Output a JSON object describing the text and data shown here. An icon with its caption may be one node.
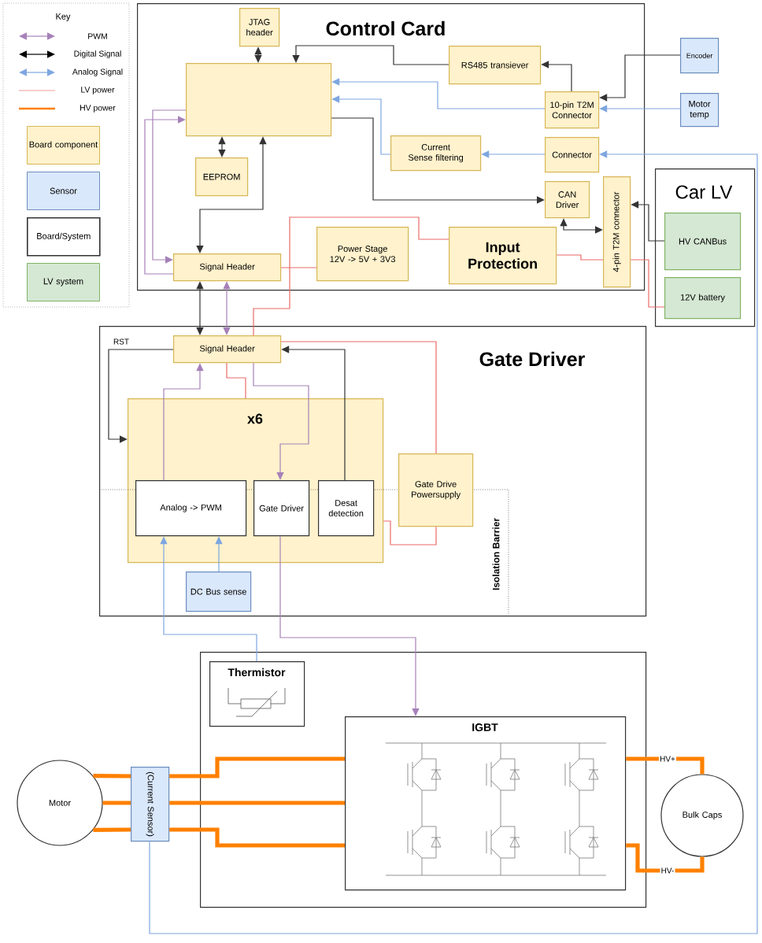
{
  "diagram": {
    "nodes": [
      {
        "text": [
          "Control Card"
        ]
      },
      {
        "text": [
          "JTAG header"
        ],
        "in": 0
      },
      {
        "text": [],
        "shape": "box",
        "in": 0
      },
      {
        "text": [
          "EEPROM"
        ],
        "in": 0
      },
      {
        "text": [
          "RS485 transiever"
        ],
        "in": 0
      },
      {
        "text": [
          "10-pin T2M Connector"
        ],
        "in": 0
      },
      {
        "text": [
          "Current Sense filtering"
        ],
        "in": 0
      },
      {
        "text": [
          "Connector"
        ],
        "in": 0
      },
      {
        "text": [
          "CAN Driver"
        ],
        "in": 0
      },
      {
        "text": [
          "Signal Header"
        ],
        "in": 0
      },
      {
        "text": [
          "Power Stage 12V -> 5V + 3V3"
        ],
        "in": 0
      },
      {
        "text": [
          "Input Protection"
        ],
        "in": 0
      },
      {
        "text": [
          "4-pin T2M connector"
        ],
        "in": 0
      },
      {
        "text": [
          "Encoder"
        ]
      },
      {
        "text": [
          "Motor temp"
        ]
      },
      {
        "text": [
          "Car LV"
        ]
      },
      {
        "text": [
          "HV CANBus"
        ],
        "in": 15
      },
      {
        "text": [
          "12V battery"
        ],
        "in": 15
      },
      {
        "text": [
          "Gate Driver"
        ]
      },
      {
        "text": [
          "Signal Header"
        ],
        "in": 18
      },
      {
        "text": [
          "x6"
        ],
        "in": 18
      },
      {
        "text": [
          "Analog -> PWM"
        ],
        "in": 20
      },
      {
        "text": [
          "Gate Driver"
        ],
        "in": 20
      },
      {
        "text": [
          "Desat detection"
        ],
        "in": 20
      },
      {
        "text": [
          "Gate Drive Powersupply"
        ],
        "in": 18
      },
      {
        "text": [
          "DC Bus sense"
        ],
        "in": 18
      },
      {
        "text": [],
        "shape": "box"
      },
      {
        "text": [
          "Thermistor"
        ],
        "in": 26
      },
      {
        "text": [
          "IGBT"
        ],
        "in": 26
      },
      {
        "text": [
          "Motor"
        ]
      },
      {
        "text": [
          "(Current Sensor)"
        ]
      },
      {
        "text": [
          "Bulk Caps"
        ]
      }
    ],
    "edges": [
      {
        "from": 1,
        "to": 2,
        "arrow": "both"
      },
      {
        "from": 4,
        "to": 2,
        "arrow": "to"
      },
      {
        "from": 5,
        "to": 4,
        "arrow": "to"
      },
      {
        "from": 13,
        "to": 5,
        "arrow": "to"
      },
      {
        "from": 14,
        "to": 5,
        "arrow": "to",
        "color": "#7ea6e0"
      },
      {
        "from": 5,
        "to": 2,
        "arrow": "to",
        "color": "#7ea6e0"
      },
      {
        "from": 6,
        "to": 2,
        "arrow": "to",
        "color": "#7ea6e0"
      },
      {
        "from": 7,
        "to": 6,
        "arrow": "to",
        "color": "#7ea6e0"
      },
      {
        "from": 30,
        "to": 7,
        "arrow": "to",
        "color": "#7ea6e0"
      },
      {
        "from": 3,
        "to": 2,
        "arrow": "both"
      },
      {
        "from": 2,
        "to": 9,
        "arrow": "to",
        "color": "#a680b8"
      },
      {
        "from": 9,
        "to": 2,
        "arrow": "to",
        "color": "#a680b8"
      },
      {
        "from": 9,
        "to": 2,
        "arrow": "both"
      },
      {
        "from": 2,
        "to": 8,
        "arrow": "to"
      },
      {
        "from": 8,
        "to": 12,
        "arrow": "both"
      },
      {
        "from": 16,
        "to": 12,
        "arrow": "to"
      },
      {
        "from": 17,
        "to": 12,
        "arrow": "none",
        "color": "#ea6b66"
      },
      {
        "from": 12,
        "to": 11,
        "arrow": "none",
        "color": "#ea6b66"
      },
      {
        "from": 11,
        "to": 19,
        "arrow": "none",
        "color": "#ea6b66"
      },
      {
        "from": 10,
        "to": 9,
        "arrow": "none",
        "color": "#ea6b66"
      },
      {
        "from": 9,
        "to": 19,
        "arrow": "both",
        "color": "#a680b8"
      },
      {
        "from": 9,
        "to": 19,
        "arrow": "both"
      },
      {
        "from": 19,
        "to": 24,
        "arrow": "none",
        "color": "#ea6b66"
      },
      {
        "from": 24,
        "to": 20,
        "arrow": "none",
        "color": "#ea6b66"
      },
      {
        "from": 19,
        "to": 20,
        "arrow": "none",
        "color": "#ea6b66"
      },
      {
        "from": 19,
        "to": 22,
        "arrow": "to",
        "color": "#a680b8"
      },
      {
        "from": 21,
        "to": 19,
        "arrow": "to",
        "color": "#a680b8"
      },
      {
        "from": 23,
        "to": 19,
        "arrow": "to"
      },
      {
        "from": 19,
        "to": 20,
        "arrow": "to",
        "label": "RST"
      },
      {
        "from": 25,
        "to": 21,
        "arrow": "to",
        "color": "#7ea6e0"
      },
      {
        "from": 27,
        "to": 21,
        "arrow": "to",
        "color": "#7ea6e0"
      },
      {
        "from": 22,
        "to": 28,
        "arrow": "to",
        "color": "#a680b8"
      },
      {
        "from": 29,
        "to": 30,
        "arrow": "none",
        "style": "thick",
        "color": "#ff8000"
      },
      {
        "from": 29,
        "to": 30,
        "arrow": "none",
        "style": "thick",
        "color": "#ff8000"
      },
      {
        "from": 29,
        "to": 30,
        "arrow": "none",
        "style": "thick",
        "color": "#ff8000"
      },
      {
        "from": 30,
        "to": 28,
        "arrow": "none",
        "style": "thick",
        "color": "#ff8000"
      },
      {
        "from": 30,
        "to": 28,
        "arrow": "none",
        "style": "thick",
        "color": "#ff8000"
      },
      {
        "from": 30,
        "to": 28,
        "arrow": "none",
        "style": "thick",
        "color": "#ff8000"
      },
      {
        "from": 28,
        "to": 31,
        "arrow": "none",
        "label": "HV+",
        "style": "thick",
        "color": "#ff8000"
      },
      {
        "from": 28,
        "to": 31,
        "arrow": "none",
        "label": "HV-",
        "style": "thick",
        "color": "#ff8000"
      }
    ],
    "labels": [
      "Key",
      "Isolation Barrier"
    ],
    "legend": [
      {
        "text": "PWM"
      },
      {
        "text": "Digital Signal"
      },
      {
        "text": "Analog Signal"
      },
      {
        "text": "LV power"
      },
      {
        "text": "HV power"
      },
      {
        "text": "Board component",
        "color": "#fff2cc"
      },
      {
        "text": "Sensor",
        "color": "#dae8fc"
      },
      {
        "text": "Board/System"
      },
      {
        "text": "LV system",
        "color": "#d5e8d4"
      }
    ]
  }
}
